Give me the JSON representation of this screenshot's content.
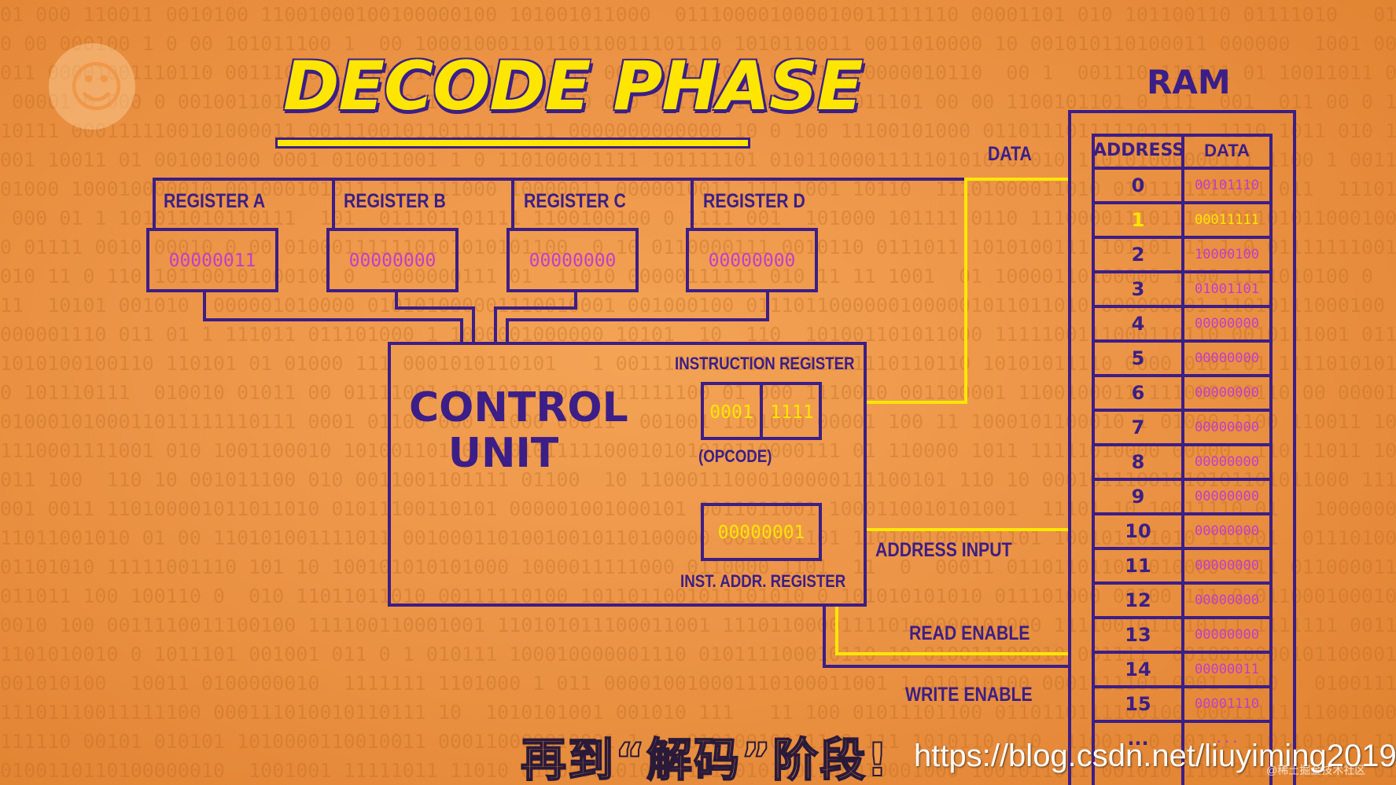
{
  "title": "DECODE PHASE",
  "registers": [
    {
      "label": "REGISTER A",
      "value": "00000011"
    },
    {
      "label": "REGISTER B",
      "value": "00000000"
    },
    {
      "label": "REGISTER C",
      "value": "00000000"
    },
    {
      "label": "REGISTER D",
      "value": "00000000"
    }
  ],
  "control_unit": {
    "title_line1": "CONTROL",
    "title_line2": "UNIT",
    "instruction_register": {
      "label": "INSTRUCTION REGISTER",
      "opcode": "0001",
      "address": "1111",
      "opcode_label": "(OPCODE)"
    },
    "inst_addr_register": {
      "label": "INST. ADDR. REGISTER",
      "value": "00000001"
    }
  },
  "signals": {
    "data": "DATA",
    "address_input": "ADDRESS INPUT",
    "read_enable": "READ ENABLE",
    "write_enable": "WRITE ENABLE"
  },
  "ram": {
    "title": "RAM",
    "header_address": "ADDRESS",
    "header_data": "DATA",
    "highlighted_address": "1",
    "rows": [
      {
        "address": "0",
        "data": "00101110"
      },
      {
        "address": "1",
        "data": "00011111"
      },
      {
        "address": "2",
        "data": "10000100"
      },
      {
        "address": "3",
        "data": "01001101"
      },
      {
        "address": "4",
        "data": "00000000"
      },
      {
        "address": "5",
        "data": "00000000"
      },
      {
        "address": "6",
        "data": "00000000"
      },
      {
        "address": "7",
        "data": "00000000"
      },
      {
        "address": "8",
        "data": "00000000"
      },
      {
        "address": "9",
        "data": "00000000"
      },
      {
        "address": "10",
        "data": "00000000"
      },
      {
        "address": "11",
        "data": "00000000"
      },
      {
        "address": "12",
        "data": "00000000"
      },
      {
        "address": "13",
        "data": "00000000"
      },
      {
        "address": "14",
        "data": "00000011"
      },
      {
        "address": "15",
        "data": "00001110"
      },
      {
        "address": "...",
        "data": "..."
      }
    ]
  },
  "subtitle": "再到“解码”阶段!",
  "watermark": "https://blog.csdn.net/liuyiming2019",
  "watermark_small": "@稀土掘金技术社区",
  "colors": {
    "background": "#ec9447",
    "outline": "#3b1e87",
    "highlight": "#ffe600",
    "register_value": "#c03ec8"
  }
}
